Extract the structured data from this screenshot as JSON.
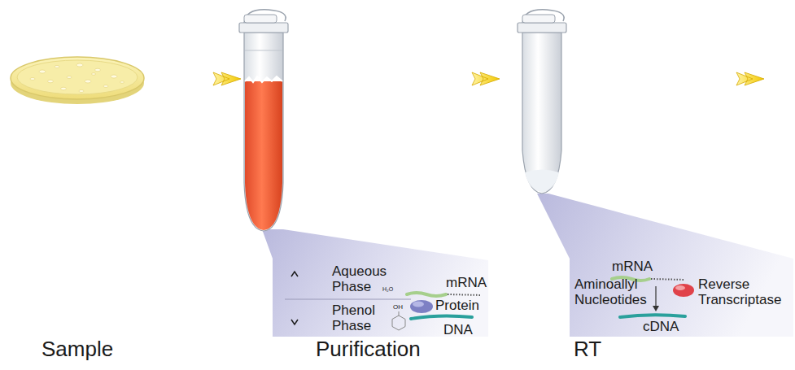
{
  "diagram": {
    "nodes": [
      {
        "text": [
          "Aqueous Phase",
          "mRNA",
          "Phenol Phase",
          "Protein",
          "DNA"
        ]
      },
      {
        "text": [
          "mRNA",
          "Aminoallyl Nucleotides",
          "Reverse Transcriptase",
          "cDNA"
        ]
      }
    ],
    "labels": [
      "Sample",
      "Purification",
      "RT",
      "H₂O",
      "OH"
    ]
  }
}
